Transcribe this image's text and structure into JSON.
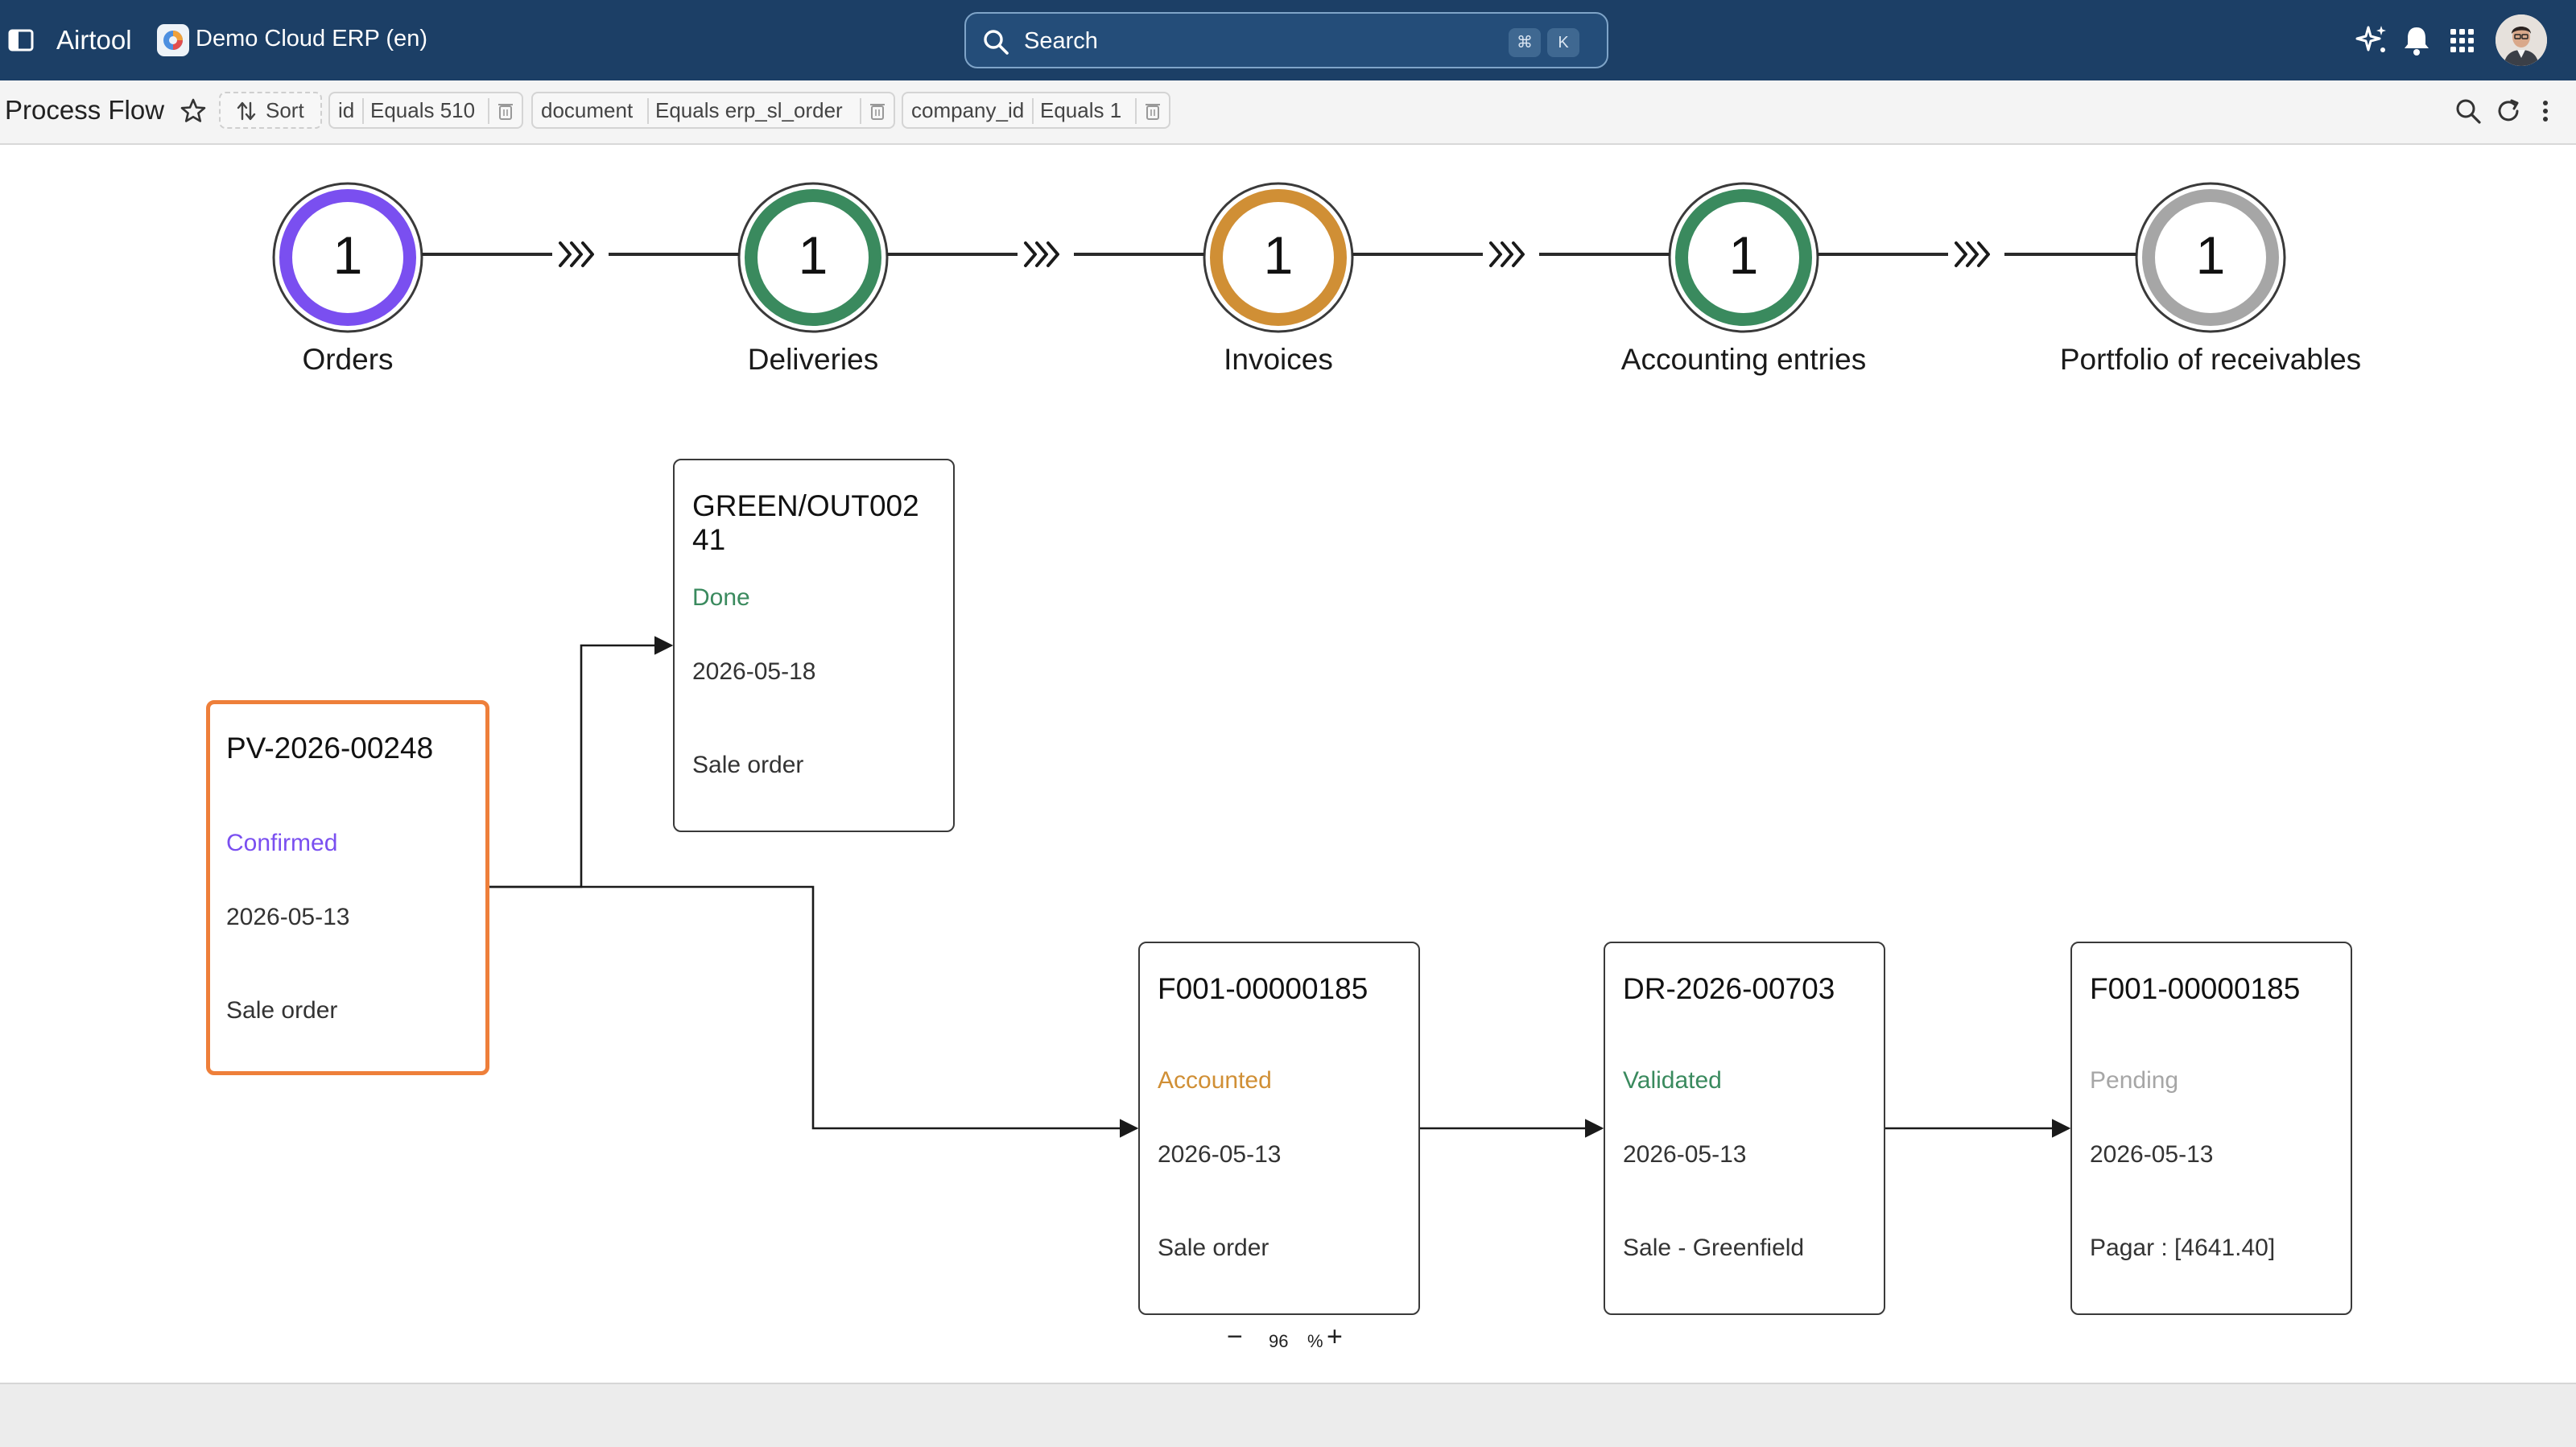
{
  "topbar": {
    "app_name": "Airtool",
    "org_name": "Demo Cloud ERP (en)",
    "search_placeholder": "Search",
    "shortcut_keys": [
      "⌘",
      "K"
    ],
    "icons": [
      "sidebar-toggle-icon",
      "sparkle-icon",
      "bell-icon",
      "apps-grid-icon",
      "user-avatar"
    ]
  },
  "toolbar": {
    "title": "Process Flow",
    "sort_label": "Sort",
    "filters": [
      {
        "field": "id",
        "condition": "Equals 510"
      },
      {
        "field": "document",
        "condition": "Equals erp_sl_order"
      },
      {
        "field": "company_id",
        "condition": "Equals 1"
      }
    ]
  },
  "colors": {
    "topbar": "#1c3f66",
    "orders": "#7a4ff0",
    "deliveries": "#3a8a5e",
    "invoices": "#d08f35",
    "accounting": "#3a8a5e",
    "portfolio": "#a6a6a6",
    "selected_border": "#ee7f3a"
  },
  "stages": [
    {
      "label": "Orders",
      "count": "1",
      "color": "#7a4ff0"
    },
    {
      "label": "Deliveries",
      "count": "1",
      "color": "#3a8a5e"
    },
    {
      "label": "Invoices",
      "count": "1",
      "color": "#d08f35"
    },
    {
      "label": "Accounting entries",
      "count": "1",
      "color": "#3a8a5e"
    },
    {
      "label": "Portfolio of receivables",
      "count": "1",
      "color": "#a6a6a6"
    }
  ],
  "cards": {
    "order": {
      "title": "PV-2026-00248",
      "status": "Confirmed",
      "status_color": "#7a4ff0",
      "date": "2026-05-13",
      "type": "Sale order"
    },
    "delivery": {
      "title": "GREEN/OUT00241",
      "status": "Done",
      "status_color": "#3a8a5e",
      "date": "2026-05-18",
      "type": "Sale order"
    },
    "invoice": {
      "title": "F001-00000185",
      "status": "Accounted",
      "status_color": "#d08f35",
      "date": "2026-05-13",
      "type": "Sale order"
    },
    "accounting": {
      "title": "DR-2026-00703",
      "status": "Validated",
      "status_color": "#3a8a5e",
      "date": "2026-05-13",
      "type": "Sale - Greenfield"
    },
    "receivable": {
      "title": "F001-00000185",
      "status": "Pending",
      "status_color": "#a6a6a6",
      "date": "2026-05-13",
      "type": "Pagar : [4641.40]"
    }
  },
  "zoom": {
    "value": "96",
    "unit": "%",
    "minus": "−",
    "plus": "+"
  }
}
